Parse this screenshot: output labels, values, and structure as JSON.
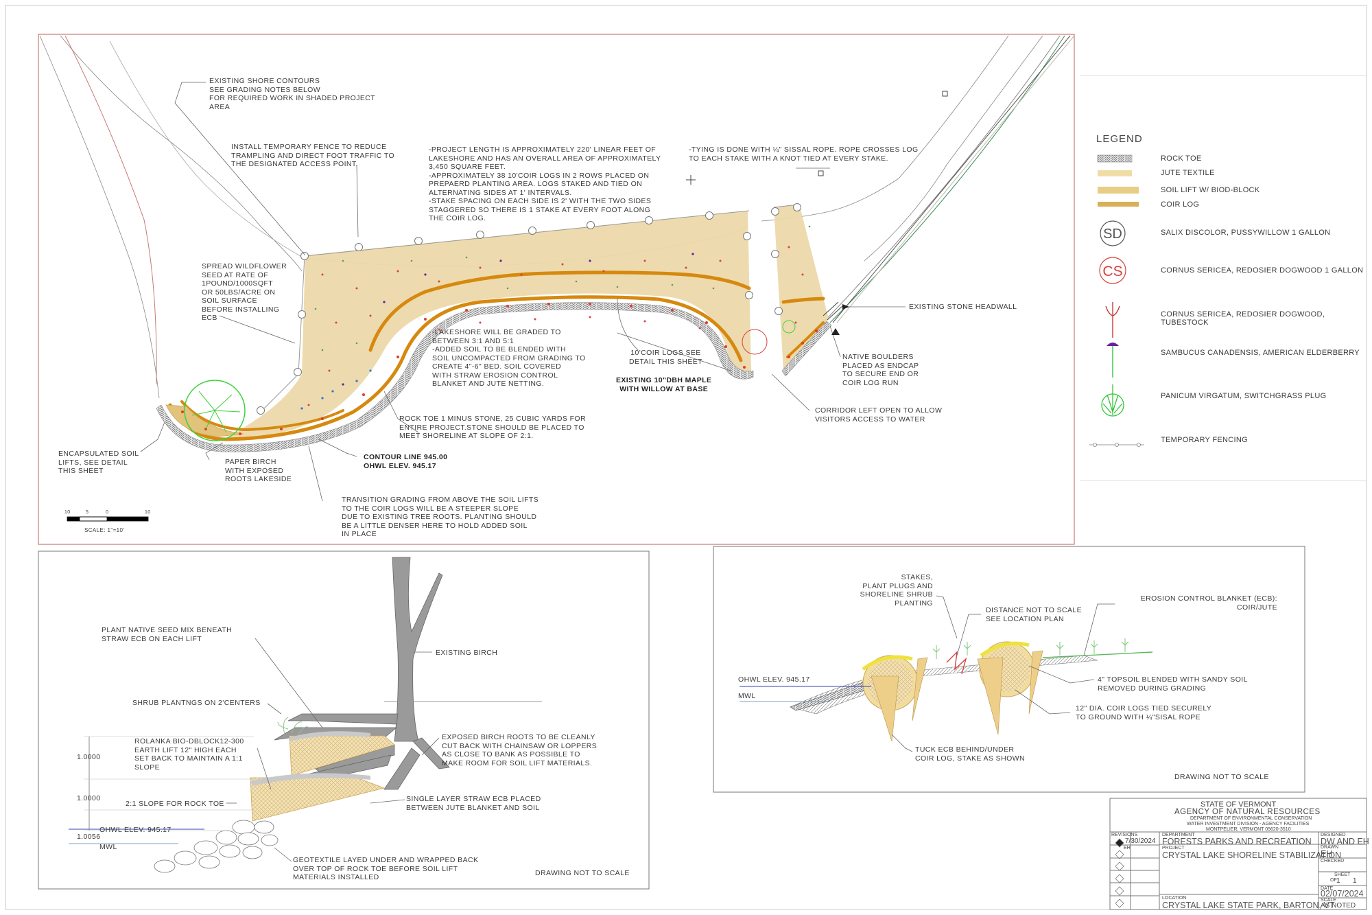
{
  "plan": {
    "notes": {
      "shore_contours": "EXISTING SHORE CONTOURS\nSEE GRADING NOTES BELOW\nFOR REQUIRED WORK IN SHADED PROJECT\nAREA",
      "temp_fence": "INSTALL TEMPORARY FENCE TO REDUCE\nTRAMPLING AND DIRECT FOOT TRAFFIC TO\nTHE DESIGNATED ACCESS POINT.",
      "project_length": "-PROJECT LENGTH IS APPROXIMATELY 220' LINEAR FEET OF\nLAKESHORE AND HAS AN OVERALL AREA OF APPROXIMATELY\n3,450 SQUARE FEET.\n-APPROXIMATELY 38 10'COIR LOGS IN 2 ROWS PLACED ON\nPREPAERD PLANTING AREA. LOGS STAKED AND TIED ON\nALTERNATING SIDES AT 1' INTERVALS.\n-STAKE SPACING ON EACH SIDE IS 2' WITH THE TWO SIDES\nSTAGGERED SO THERE IS 1 STAKE AT EVERY FOOT ALONG\nTHE COIR LOG.",
      "tying": "-TYING IS DONE WITH ¼\" SISSAL ROPE. ROPE CROSSES LOG\nTO EACH STAKE WITH A KNOT TIED AT EVERY STAKE.",
      "wildflower": "SPREAD WILDFLOWER\nSEED AT RATE OF\n1POUND/1000SQFT\nOR 50LBS/ACRE ON\nSOIL SURFACE\nBEFORE INSTALLING\nECB",
      "grading": "-LAKESHORE WILL BE GRADED TO\nBETWEEN 3:1 AND 5:1\n-ADDED SOIL TO BE BLENDED WITH\nSOIL UNCOMPACTED FROM GRADING TO\nCREATE 4\"-6\" BED. SOIL COVERED\nWITH STRAW EROSION CONTROL\nBLANKET AND JUTE NETTING.",
      "coir_logs": "10'COIR LOGS SEE\nDETAIL THIS SHEET",
      "maple": "EXISTING 10\"DBH MAPLE\nWITH WILLOW AT BASE",
      "headwall": "EXISTING STONE HEADWALL",
      "boulders": "NATIVE BOULDERS\nPLACED AS ENDCAP\nTO SECURE END OR\nCOIR LOG RUN",
      "corridor": "CORRIDOR LEFT OPEN TO ALLOW\nVISITORS ACCESS TO WATER",
      "rock_toe": "ROCK TOE  1 MINUS STONE, 25 CUBIC YARDS FOR\nENTIRE PROJECT.STONE SHOULD BE PLACED TO\nMEET SHORELINE AT SLOPE OF 2:1.",
      "encapsulated": "ENCAPSULATED SOIL\nLIFTS, SEE DETAIL\nTHIS SHEET",
      "birch": "PAPER BIRCH\nWITH EXPOSED\nROOTS LAKESIDE",
      "contour": "CONTOUR LINE 945.00\nOHWL ELEV. 945.17",
      "transition": "TRANSITION GRADING FROM ABOVE THE SOIL LIFTS\nTO THE COIR LOGS WILL BE A STEEPER SLOPE\nDUE TO EXISTING TREE ROOTS. PLANTING SHOULD\nBE A LITTLE DENSER HERE TO HOLD ADDED SOIL\nIN PLACE"
    },
    "scale": {
      "ticks": [
        "10",
        "5",
        "0",
        "10"
      ],
      "label": "SCALE: 1\"=10'"
    }
  },
  "legend": {
    "title": "LEGEND",
    "items": [
      {
        "label": "ROCK TOE",
        "icon": "rock-toe-swatch"
      },
      {
        "label": "JUTE TEXTILE",
        "icon": "jute-swatch"
      },
      {
        "label": "SOIL LIFT W/ BIOD-BLOCK",
        "icon": "soil-lift-swatch"
      },
      {
        "label": "COIR LOG",
        "icon": "coir-log-swatch"
      },
      {
        "label": "SALIX DISCOLOR, PUSSYWILLOW 1 GALLON",
        "symbol": "SD",
        "color": "#555555"
      },
      {
        "label": "CORNUS SERICEA, REDOSIER DOGWOOD 1 GALLON",
        "symbol": "CS",
        "color": "#d9413a"
      },
      {
        "label": "CORNUS SERICEA, REDOSIER DOGWOOD, TUBESTOCK",
        "icon": "tubestock-icon",
        "color": "#c83a3a"
      },
      {
        "label": "SAMBUCUS CANADENSIS, AMERICAN ELDERBERRY",
        "icon": "elderberry-icon",
        "color": "#6a1fa0"
      },
      {
        "label": "PANICUM VIRGATUM, SWITCHGRASS PLUG",
        "icon": "switchgrass-icon",
        "color": "#33c43a"
      },
      {
        "label": "TEMPORARY FENCING",
        "icon": "fence-icon"
      }
    ]
  },
  "detail_soil_lift": {
    "notes": {
      "native_seed": "PLANT NATIVE SEED MIX BENEATH\nSTRAW ECB ON EACH LIFT",
      "existing_birch": "EXISTING BIRCH",
      "shrub": "SHRUB PLANTNGS ON 2'CENTERS",
      "rolanka": "ROLANKA BIO-DBLOCK12-300\nEARTH LIFT 12\" HIGH EACH\nSET BACK TO MAINTAIN A 1:1\nSLOPE",
      "exposed_roots": "EXPOSED BIRCH ROOTS TO BE CLEANLY\nCUT BACK WITH CHAINSAW OR LOPPERS\nAS CLOSE TO BANK AS POSSIBLE TO\nMAKE ROOM FOR SOIL LIFT MATERIALS.",
      "slope": "2:1 SLOPE FOR ROCK TOE",
      "single_layer": "SINGLE LAYER STRAW ECB PLACED\nBETWEEN JUTE BLANKET AND SOIL",
      "ohwl": "OHWL ELEV. 945.17",
      "mwl": "MWL",
      "geotextile": "GEOTEXTILE LAYED UNDER AND WRAPPED BACK\nOVER TOP OF ROCK TOE BEFORE SOIL LIFT\nMATERIALS INSTALLED",
      "not_to_scale": "DRAWING NOT TO SCALE"
    },
    "dims": [
      "1.0000",
      "1.0000",
      "1.0056"
    ]
  },
  "detail_coir_log": {
    "notes": {
      "stakes": "STAKES,\nPLANT PLUGS AND\nSHORELINE SHRUB PLANTING",
      "distance": "DISTANCE NOT TO SCALE\nSEE LOCATION PLAN",
      "ecb": "EROSION CONTROL BLANKET (ECB):\nCOIR/JUTE",
      "ohwl": "OHWL ELEV. 945.17",
      "mwl": "MWL",
      "topsoil": "4\" TOPSOIL BLENDED WITH SANDY SOIL\nREMOVED DURING GRADING",
      "coir_dia": "12\" DIA. COIR LOGS TIED SECURELY\nTO GROUND WITH ¼\"SISAL ROPE",
      "tuck": "TUCK ECB BEHIND/UNDER\nCOIR LOG, STAKE AS SHOWN",
      "not_to_scale": "DRAWING NOT TO SCALE"
    }
  },
  "title_block": {
    "state": "STATE OF VERMONT",
    "agency": "AGENCY OF NATURAL RESOURCES",
    "dept1": "DEPARTMENT OF ENVIRONMENTAL CONSERVATION",
    "dept2": "WATER INVESTMENT DIVISION - AGENCY FACILITIES",
    "address": "MONTPELIER, VERMONT 05620-3510",
    "revisions_label": "REVISIONS",
    "revision_date": "7/30/2024",
    "revision_by": "EH",
    "department_label": "DEPARTMENT",
    "department": "FORESTS PARKS AND RECREATION",
    "project_label": "PROJECT",
    "project": "CRYSTAL LAKE SHORELINE STABILIZATION",
    "location_label": "LOCATION",
    "location": "CRYSTAL LAKE STATE PARK, BARTON, VT",
    "designed_label": "DESIGNED",
    "designed": "DW AND EH",
    "drawn_label": "DRAWN",
    "drawn": "EH",
    "checked_label": "CHECKED",
    "sheet_label": "SHEET",
    "sheet": "1",
    "of_label": "OF",
    "sheet_total": "1",
    "date_label": "DATE",
    "date": "02/07/2024",
    "scale_label": "SCALE",
    "scale": "AS NOTED"
  }
}
